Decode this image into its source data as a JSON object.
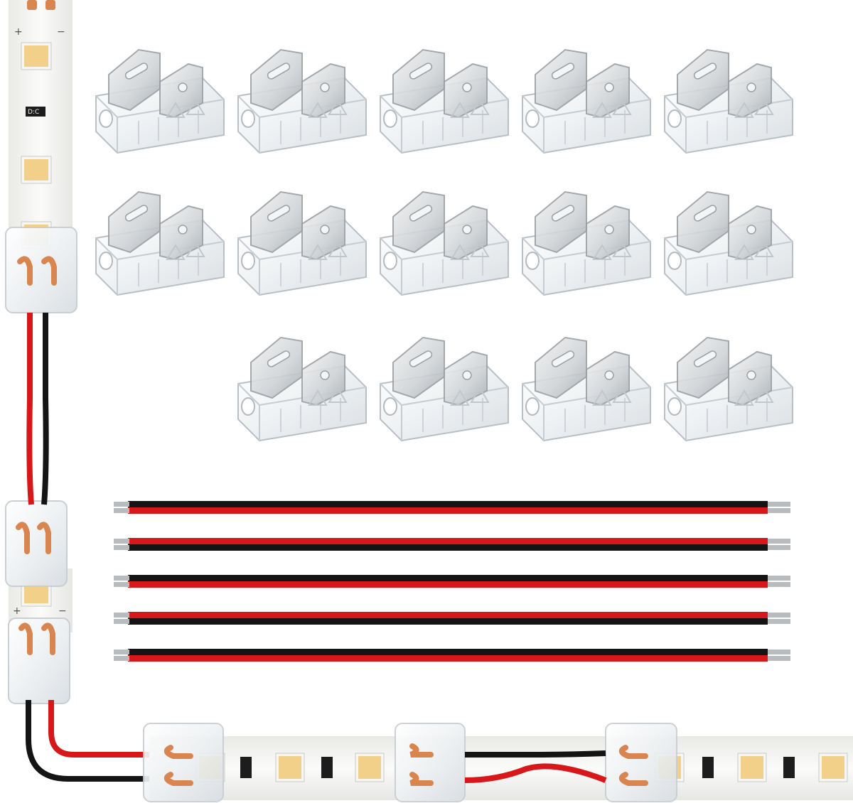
{
  "scene": {
    "type": "product-photo",
    "background": "#ffffff",
    "led_color": "#f2d08a",
    "strip_color": "#f4f4f2",
    "wire_red": "#d8171b",
    "wire_black": "#141414",
    "connector_copper": "#d9854f"
  },
  "connectors": {
    "rows": [
      5,
      5,
      4
    ]
  },
  "wires": {
    "count": 5
  },
  "strip_labels": {
    "plus": "+",
    "minus": "−",
    "resistor_top": "D:C"
  }
}
